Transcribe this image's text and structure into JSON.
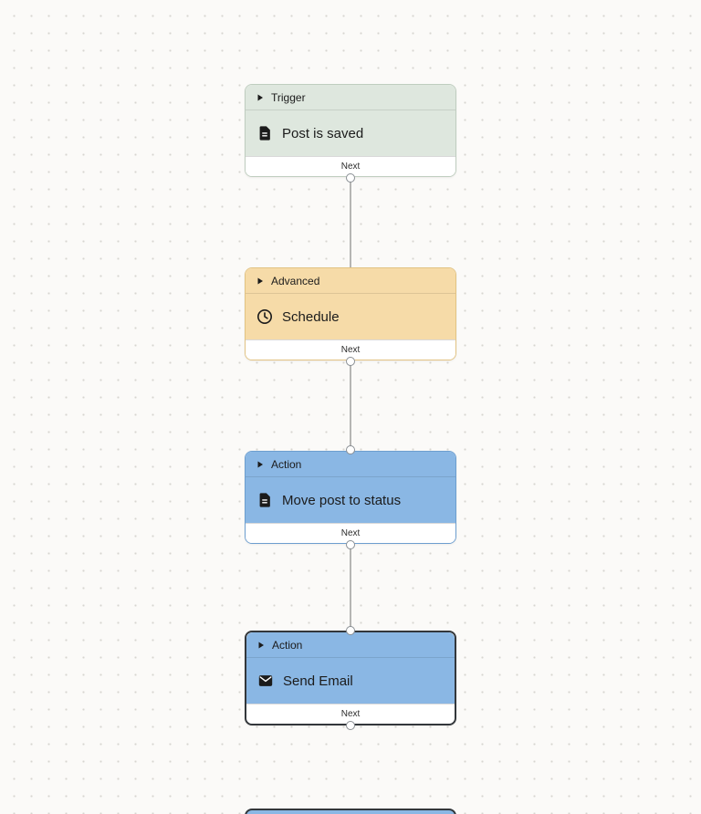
{
  "canvas": {
    "background_color": "#fbfaf8",
    "dot_color": "#d7d5d1"
  },
  "nodes": [
    {
      "category": "Trigger",
      "title": "Post is saved",
      "icon": "document-icon",
      "next_label": "Next",
      "color": "#dee7de",
      "border_color": "#bfcdbf",
      "selected": false
    },
    {
      "category": "Advanced",
      "title": "Schedule",
      "icon": "clock-icon",
      "next_label": "Next",
      "color": "#f6dba8",
      "border_color": "#e2c383",
      "selected": false
    },
    {
      "category": "Action",
      "title": "Move post to status",
      "icon": "document-icon",
      "next_label": "Next",
      "color": "#8ab7e4",
      "border_color": "#6d9ecf",
      "selected": false
    },
    {
      "category": "Action",
      "title": "Send Email",
      "icon": "envelope-icon",
      "next_label": "Next",
      "color": "#8ab7e4",
      "border_color": "#33373b",
      "selected": true
    }
  ],
  "connections": [
    {
      "from": "Post is saved",
      "to": "Schedule"
    },
    {
      "from": "Schedule",
      "to": "Move post to status"
    },
    {
      "from": "Move post to status",
      "to": "Send Email"
    }
  ],
  "partial_node": {
    "color": "#8ab7e4"
  }
}
